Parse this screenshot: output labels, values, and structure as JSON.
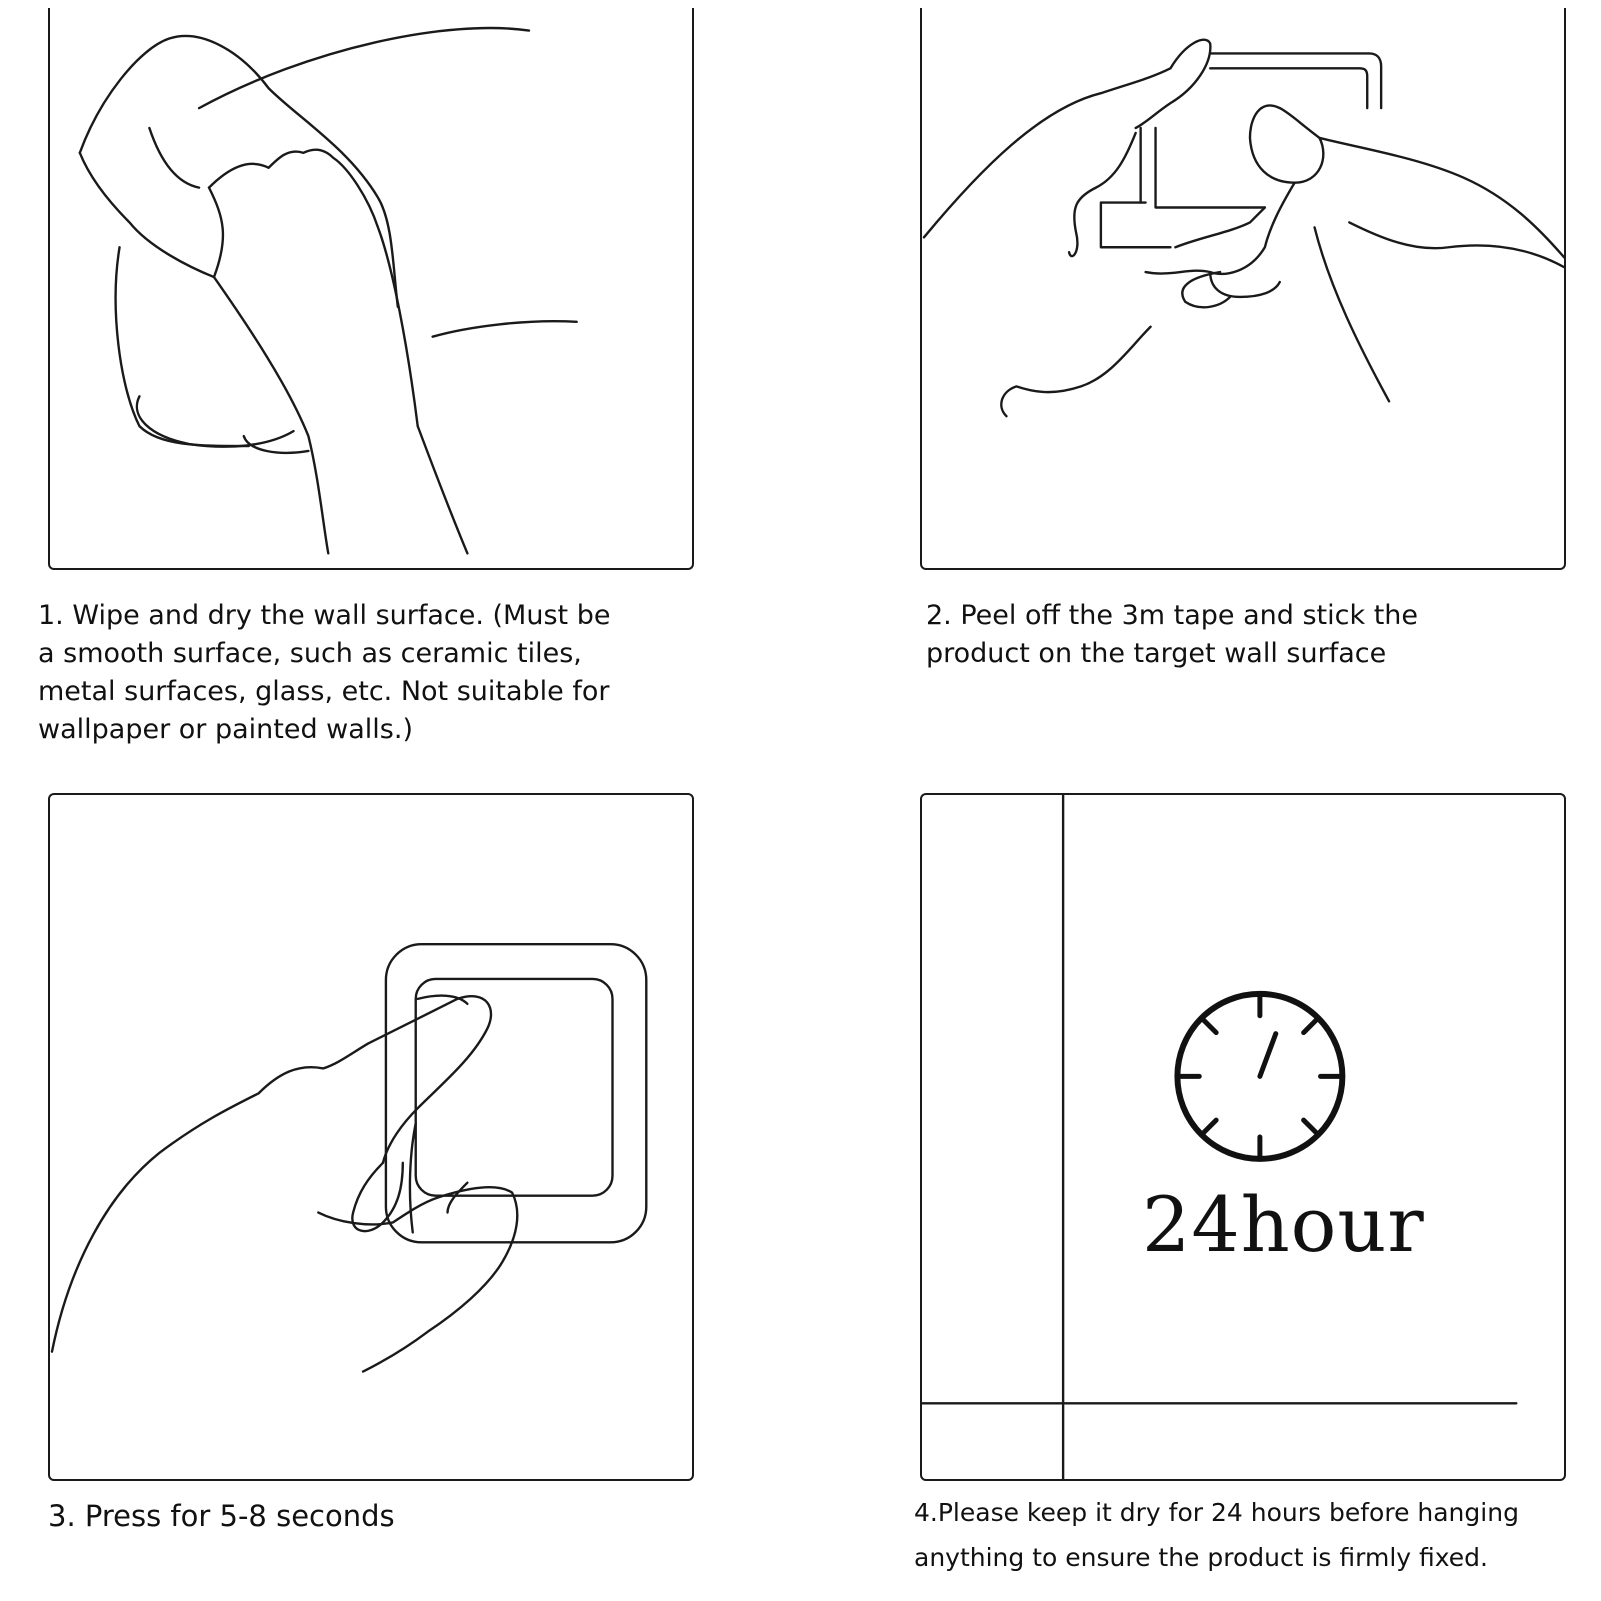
{
  "steps": [
    {
      "text": "1. Wipe and dry the wall surface. (Must be\na smooth surface, such as ceramic tiles,\nmetal surfaces, glass, etc. Not suitable for\nwallpaper or painted walls.)"
    },
    {
      "text": "2. Peel off the 3m tape and stick the\nproduct on the target wall surface"
    },
    {
      "text": "3. Press for 5-8 seconds"
    },
    {
      "text": "4.Please keep it dry for 24 hours before hanging\nanything to ensure the product is firmly fixed."
    }
  ],
  "clock": {
    "label": "24hour",
    "icon": "clock-icon"
  }
}
